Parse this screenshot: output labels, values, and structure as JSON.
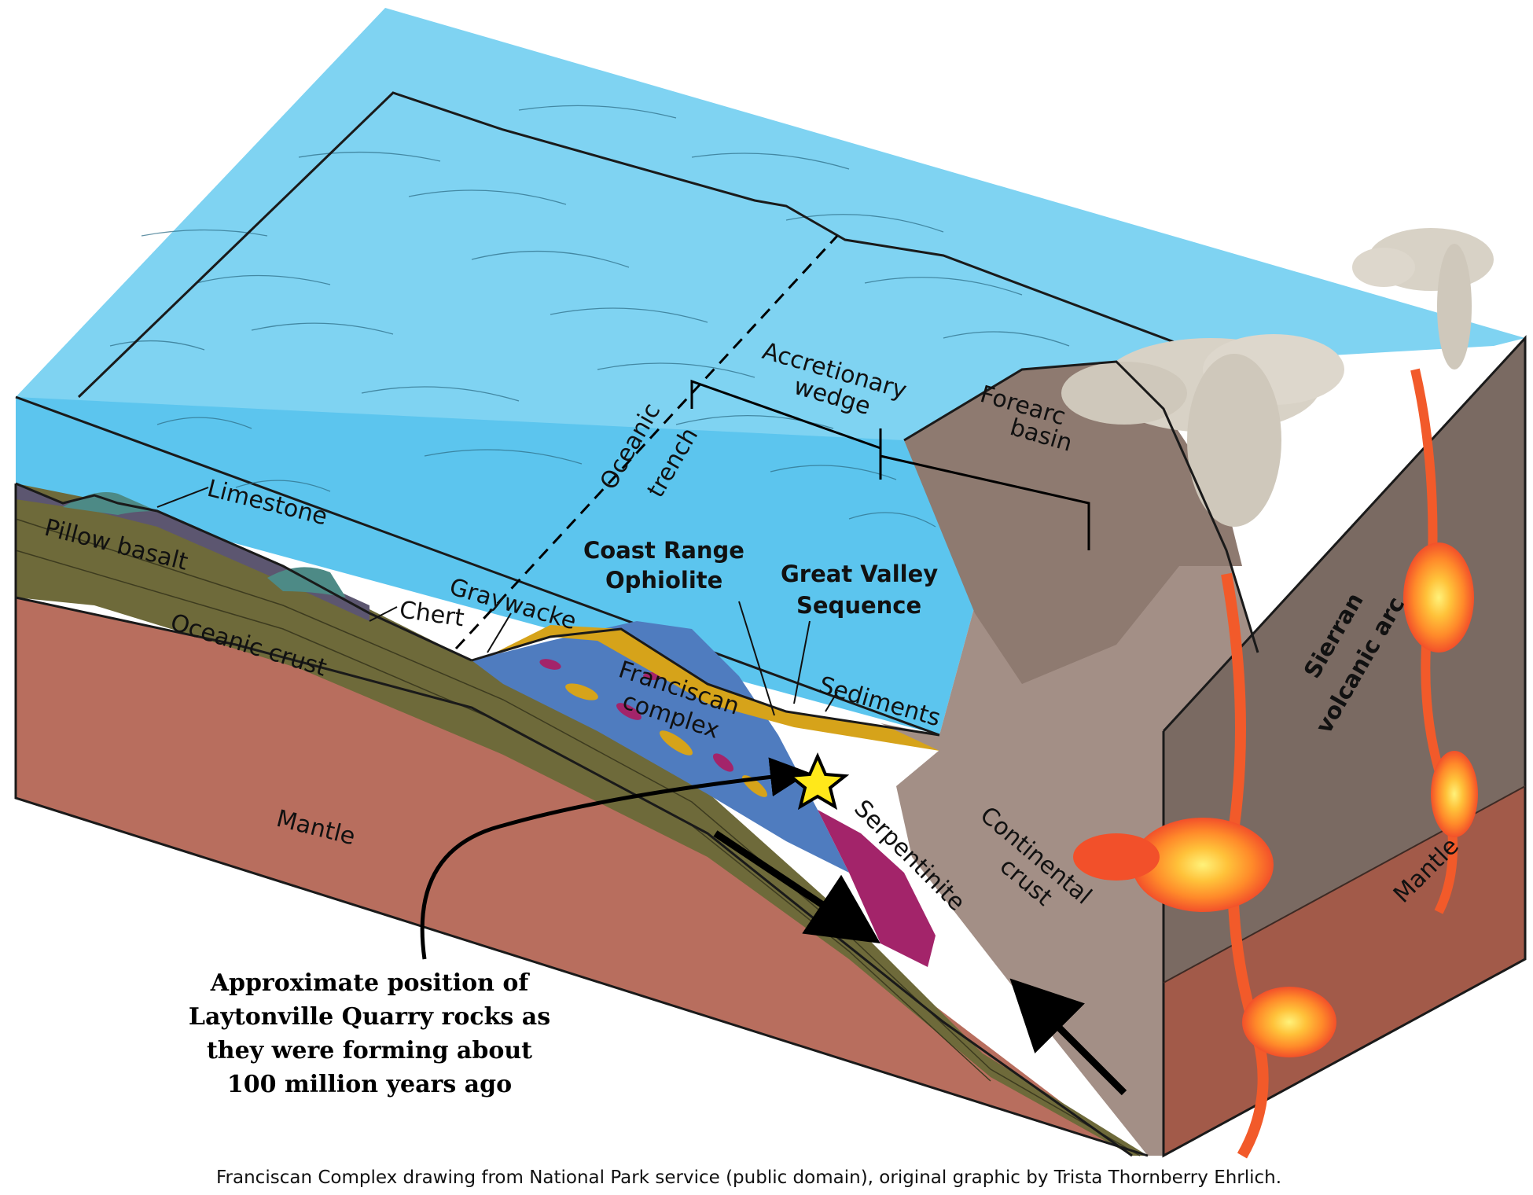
{
  "labels": {
    "limestone": "Limestone",
    "pillow_basalt": "Pillow basalt",
    "oceanic_crust": "Oceanic crust",
    "chert": "Chert",
    "graywacke": "Graywacke",
    "mantle_left": "Mantle",
    "oceanic_trench_1": "Oceanic",
    "oceanic_trench_2": "trench",
    "accretionary_wedge_1": "Accretionary",
    "accretionary_wedge_2": "wedge",
    "forearc_basin_1": "Forearc",
    "forearc_basin_2": "basin",
    "coast_range_1": "Coast Range",
    "coast_range_2": "Ophiolite",
    "great_valley_1": "Great Valley",
    "great_valley_2": "Sequence",
    "franciscan_1": "Franciscan",
    "franciscan_2": "complex",
    "sediments": "Sediments",
    "serpentinite": "Serpentinite",
    "continental_crust_1": "Continental",
    "continental_crust_2": "crust",
    "sierran_arc_1": "Sierran",
    "sierran_arc_2": "volcanic arc",
    "mantle_right": "Mantle"
  },
  "caption": {
    "line1": "Approximate position of",
    "line2": "Laytonville Quarry rocks as",
    "line3": "they were forming about",
    "line4": "100 million years ago"
  },
  "credit": "Franciscan Complex drawing from National Park service (public domain), original graphic by Trista Thornberry Ehrlich.",
  "colors": {
    "ocean_surface": "#7fd3f2",
    "ocean_front": "#5cc5ee",
    "mantle": "#b86e5e",
    "oceanic_crust": "#6e6a3a",
    "franciscan": "#4f7cbf",
    "sediment": "#d6a31a",
    "serpentinite": "#a3246a",
    "continental_crust": "#a38f86",
    "magma": "#f25a2a",
    "star": "#ffe81a"
  }
}
